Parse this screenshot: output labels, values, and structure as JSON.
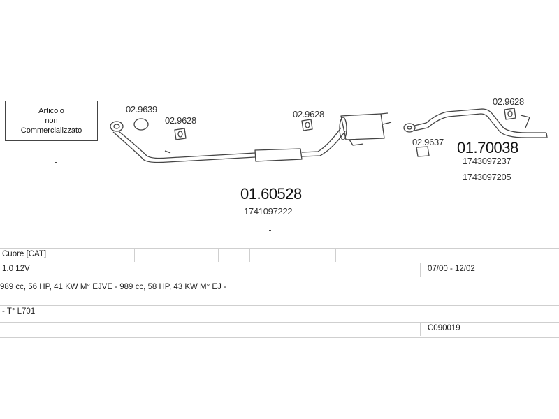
{
  "diagram": {
    "not_sold_label": [
      "Articolo",
      "non",
      "Commercializzato"
    ],
    "parts": {
      "clamp_a": "02.9639",
      "clamp_b_left": "02.9628",
      "clamp_b_mid": "02.9628",
      "clamp_b_right": "02.9628",
      "clamp_c": "02.9637",
      "rear_section": "01.60528",
      "rear_oem": "1741097222",
      "front_section": "01.70038",
      "front_oem_1": "1743097237",
      "front_oem_2": "1743097205"
    }
  },
  "vehicle": {
    "model": "Cuore [CAT]",
    "engine": "1.0 12V",
    "period": "07/00 - 12/02",
    "spec": "989 cc, 56 HP, 41 KW M° EJVE - 989 cc, 58 HP, 43 KW M° EJ -",
    "type": "- T° L701",
    "code": "C090019"
  }
}
